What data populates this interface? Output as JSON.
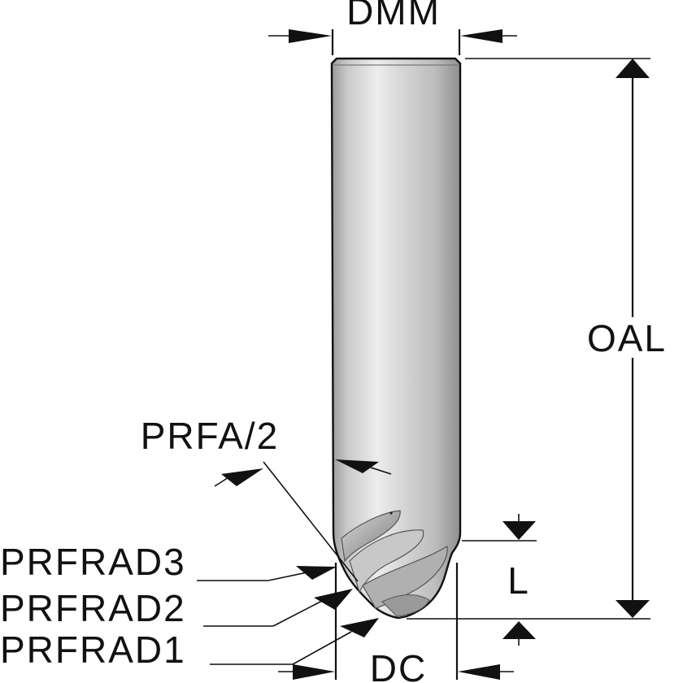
{
  "diagram": {
    "title": "Ball-nose / profile end mill dimension diagram",
    "subject": "end-mill-tool",
    "labels": {
      "shank_diameter": "DMM",
      "overall_length": "OAL",
      "profile_angle_half": "PRFA/2",
      "profile_radius_3": "PRFRAD3",
      "profile_radius_2": "PRFRAD2",
      "profile_radius_1": "PRFRAD1",
      "cutting_length": "L",
      "cutting_diameter": "DC"
    },
    "colors": {
      "ink": "#111111",
      "tool_light": "#e6e6e6",
      "tool_mid": "#b8b8b8",
      "tool_dark": "#8a8a8a",
      "background": "#ffffff"
    }
  }
}
